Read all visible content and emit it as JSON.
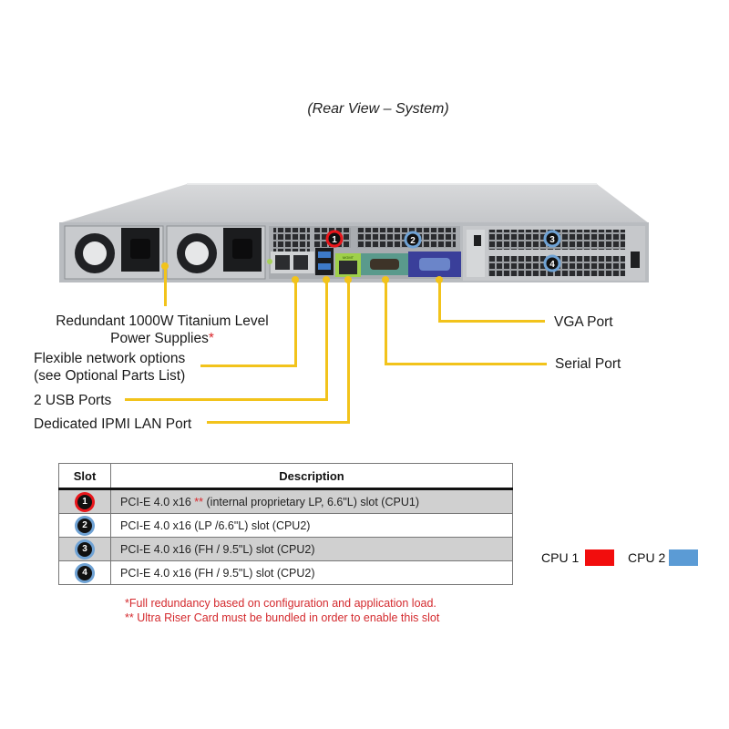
{
  "caption": "(Rear View – System)",
  "colors": {
    "cpu1": "#f20d0d",
    "cpu2": "#5b9bd5",
    "callout_line": "#f2c31b",
    "footnote": "#d42a2e"
  },
  "slot_markers": [
    {
      "number": "1",
      "cpu": "cpu1"
    },
    {
      "number": "2",
      "cpu": "cpu2"
    },
    {
      "number": "3",
      "cpu": "cpu2"
    },
    {
      "number": "4",
      "cpu": "cpu2"
    }
  ],
  "port_labels": {
    "ipmi": "MGMT"
  },
  "callouts": {
    "power_line1": "Redundant  1000W Titanium  Level",
    "power_line2": "Power Supplies",
    "power_mark": "*",
    "network_line1": "Flexible network  options",
    "network_line2": "(see Optional  Parts List)",
    "usb": "2 USB  Ports",
    "ipmi": "Dedicated IPMI  LAN Port",
    "vga": "VGA Port",
    "serial": "Serial Port"
  },
  "table": {
    "headers": [
      "Slot",
      "Description"
    ],
    "rows": [
      {
        "slot": "1",
        "cpu": "cpu1",
        "desc_prefix": "PCI-E 4.0 x16 ",
        "desc_mark": "**",
        "desc_suffix": " (internal  proprietary  LP, 6.6\"L)  slot  (CPU1)"
      },
      {
        "slot": "2",
        "cpu": "cpu2",
        "desc_prefix": "PCI-E 4.0 x16 (LP /6.6\"L)  slot (CPU2)",
        "desc_mark": "",
        "desc_suffix": ""
      },
      {
        "slot": "3",
        "cpu": "cpu2",
        "desc_prefix": "PCI-E 4.0 x16 (FH / 9.5\"L)  slot (CPU2)",
        "desc_mark": "",
        "desc_suffix": ""
      },
      {
        "slot": "4",
        "cpu": "cpu2",
        "desc_prefix": "PCI-E 4.0 x16 (FH / 9.5\"L)  slot (CPU2)",
        "desc_mark": "",
        "desc_suffix": ""
      }
    ]
  },
  "legend": [
    {
      "label": "CPU 1",
      "color": "#f20d0d"
    },
    {
      "label": "CPU 2",
      "color": "#5b9bd5"
    }
  ],
  "footnotes": [
    "*Full redundancy  based  on configuration  and application  load.",
    "** Ultra Riser Card must be bundled  in order to enable this slot"
  ]
}
